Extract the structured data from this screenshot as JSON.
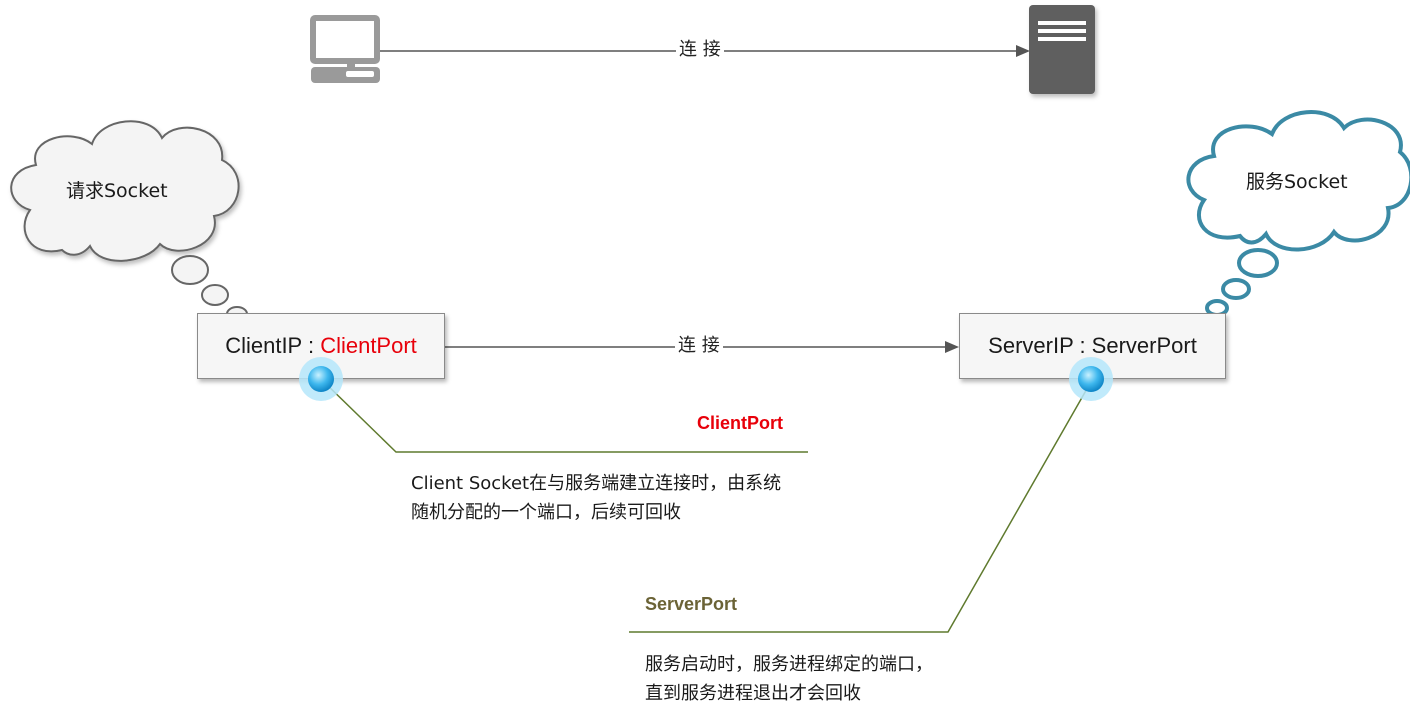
{
  "diagram": {
    "top_connection": {
      "label": "连 接",
      "from_icon": "computer-icon",
      "to_icon": "server-icon"
    },
    "client_cloud": {
      "text": "请求Socket"
    },
    "server_cloud": {
      "text": "服务Socket"
    },
    "client_box": {
      "prefix": "ClientIP : ",
      "port": "ClientPort"
    },
    "server_box": {
      "label": "ServerIP : ServerPort"
    },
    "mid_connection": {
      "label": "连 接"
    },
    "client_callout": {
      "title": "ClientPort",
      "body": "Client Socket在与服务端建立连接时，由系统随机分配的一个端口，后续可回收"
    },
    "server_callout": {
      "title": "ServerPort",
      "body": "服务启动时，服务进程绑定的端口，直到服务进程退出才会回收"
    },
    "colors": {
      "client_port_red": "#e8000a",
      "server_port_olive": "#6b6336",
      "callout_line": "#5f7a2e",
      "cloud_gray": "#666666",
      "cloud_teal": "#3b8aa5",
      "anchor_blue": "#1ba1e2"
    }
  }
}
